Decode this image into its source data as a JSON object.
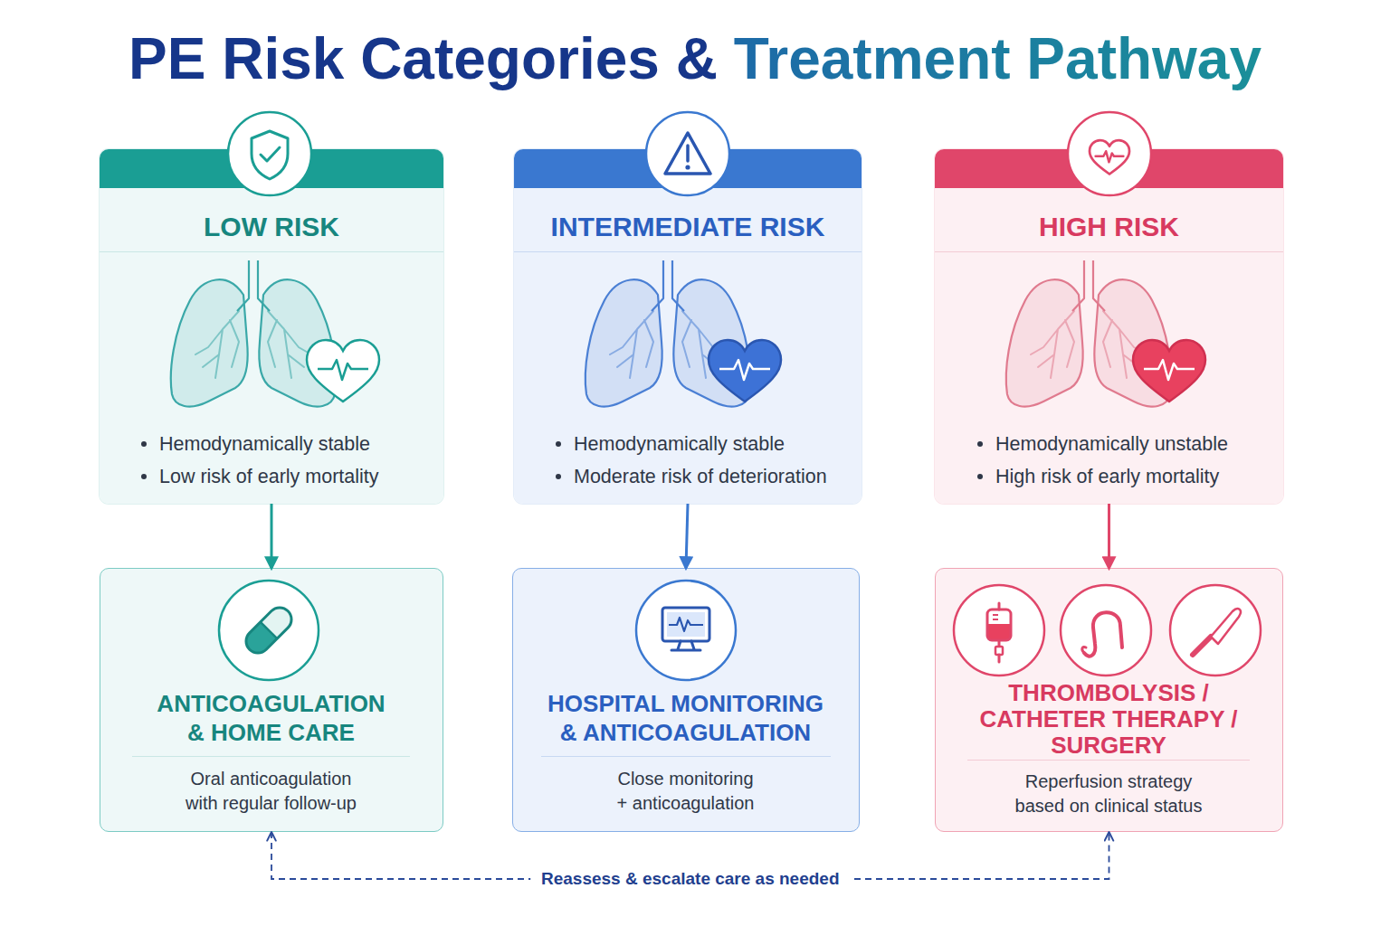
{
  "diagram": {
    "title": "PE Risk Categories & Treatment Pathway",
    "nodes": [
      {
        "text": [
          "LOW RISK",
          "Hemodynamically stable",
          "Low risk of early mortality"
        ]
      },
      {
        "text": [
          "INTERMEDIATE RISK",
          "Hemodynamically stable",
          "Moderate risk of deterioration"
        ]
      },
      {
        "text": [
          "HIGH RISK",
          "Hemodynamically unstable",
          "High risk of early mortality"
        ]
      },
      {
        "text": [
          "ANTICOAGULATION & HOME CARE",
          "Oral anticoagulation with regular follow-up"
        ]
      },
      {
        "text": [
          "HOSPITAL MONITORING & ANTICOAGULATION",
          "Close monitoring + anticoagulation"
        ]
      },
      {
        "text": [
          "THROMBOLYSIS / CATHETER THERAPY / SURGERY",
          "Reperfusion strategy based on clinical status"
        ]
      }
    ],
    "edges": [
      {
        "from": 0,
        "to": 3,
        "arrow": "to"
      },
      {
        "from": 1,
        "to": 4,
        "arrow": "to"
      },
      {
        "from": 2,
        "to": 5,
        "arrow": "to"
      },
      {
        "from": 3,
        "to": 5,
        "arrow": "both",
        "label": "Reassess & escalate care as needed"
      }
    ]
  }
}
